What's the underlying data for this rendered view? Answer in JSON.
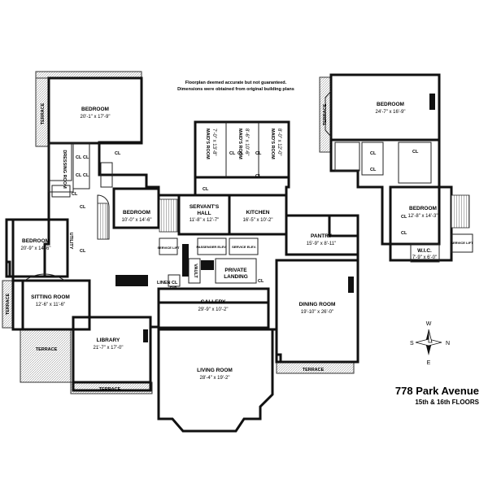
{
  "disclaimer": {
    "line1": "Floorplan deemed accurate but not guaranteed.",
    "line2": "Dimensions were obtained from original building plans"
  },
  "address": "778 Park Avenue",
  "floors": "15th & 16th FLOORS",
  "compass": {
    "w": "W",
    "n": "N",
    "e": "E",
    "s": "S"
  },
  "rooms": {
    "bedroom_nw": {
      "name": "BEDROOM",
      "dim": "20'-1\" x 17'-9\""
    },
    "bedroom_ne": {
      "name": "BEDROOM",
      "dim": "24'-7\" x 16'-9\""
    },
    "bedroom_west": {
      "name": "BEDROOM",
      "dim": "20'-9\" x 14'-6\""
    },
    "bedroom_mid": {
      "name": "BEDROOM",
      "dim": "10'-0\" x 14'-6\""
    },
    "bedroom_east": {
      "name": "BEDROOM",
      "dim": "12'-8\" x 14'-3\""
    },
    "maids1": {
      "name": "MAID'S ROOM",
      "dim": "7'-0\" x 13'-8\""
    },
    "maids2": {
      "name": "MAID'S ROOM",
      "dim": "8'-6\" x 10'-6\""
    },
    "maids3": {
      "name": "MAID'S ROOM",
      "dim": "8'-0\" x 12'-0\""
    },
    "servants_hall": {
      "name1": "SERVANT'S",
      "name2": "HALL",
      "dim": "11'-8\" x 12'-7\""
    },
    "kitchen": {
      "name": "KITCHEN",
      "dim": "16'-5\" x 10'-2\""
    },
    "pantry": {
      "name": "PANTRY",
      "dim": "15'-9\" x 8'-11\""
    },
    "sitting_room": {
      "name": "SITTING ROOM",
      "dim": "12'-6\" x 11'-6\""
    },
    "gallery": {
      "name": "GALLERY",
      "dim": "29'-9\" x 10'-2\""
    },
    "dining_room": {
      "name": "DINING ROOM",
      "dim": "19'-10\" x 26'-0\""
    },
    "library": {
      "name": "LIBRARY",
      "dim": "21'-7\" x 17'-0\""
    },
    "living_room": {
      "name": "LIVING ROOM",
      "dim": "28'-4\" x 19'-2\""
    },
    "wic": {
      "name": "W.I.C.",
      "dim": "7'-9\" x 6'-0\""
    },
    "dressing_room": {
      "name": "DRESSING ROOM"
    },
    "private_landing": {
      "name1": "PRIVATE",
      "name2": "LANDING"
    },
    "linen_cl": {
      "name": "LINEN CL"
    },
    "vault": {
      "name": "VAULT"
    },
    "pdr": {
      "name": "PDR"
    },
    "utility": {
      "name": "UTILITY"
    }
  },
  "labels": {
    "cl": "CL",
    "terrace": "TERRACE",
    "passenger_elev": "PASSENGER ELEV.",
    "service_elev": "SERVICE ELEV.",
    "service_lift": "SERVICE LIFT"
  }
}
